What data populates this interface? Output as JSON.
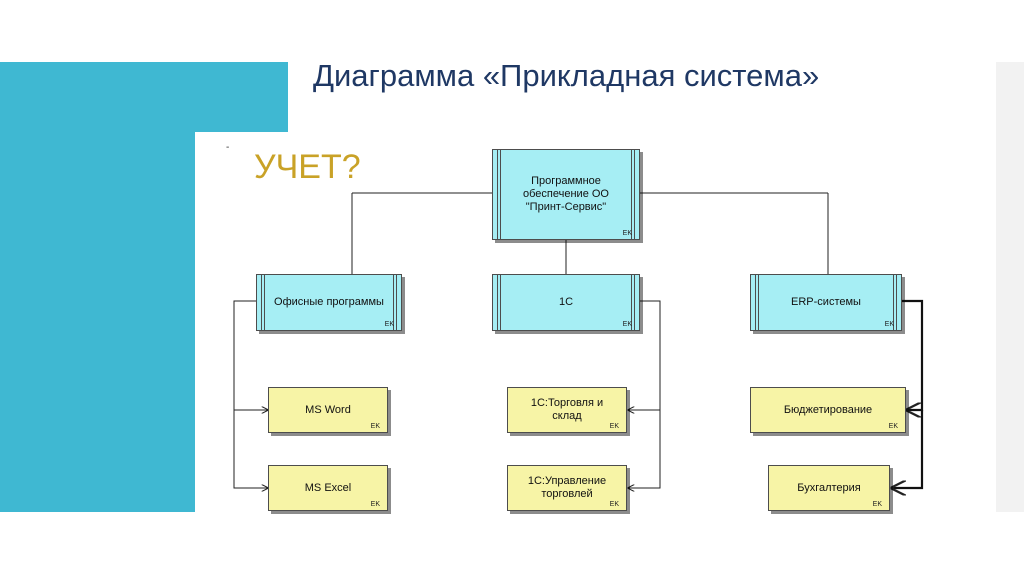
{
  "slide": {
    "title": "Диаграмма «Прикладная система»",
    "subtitle": "УЧЕТ?"
  },
  "colors": {
    "accent": "#3fb8d2",
    "title": "#1f3864",
    "subtitle": "#c9a227",
    "box_primary": "#a6eef4",
    "box_secondary": "#f7f4a6"
  },
  "diagram": {
    "root": {
      "label": "Программное обеспечение ОО \"Принт-Сервис\"",
      "tag": "EK"
    },
    "groups": [
      {
        "label": "Офисные программы",
        "tag": "EK",
        "children": [
          {
            "label": "MS Word",
            "tag": "EK"
          },
          {
            "label": "MS Excel",
            "tag": "EK"
          }
        ]
      },
      {
        "label": "1С",
        "tag": "EK",
        "children": [
          {
            "label": "1С:Торговля и склад",
            "tag": "EK"
          },
          {
            "label": "1С:Управление торговлей",
            "tag": "EK"
          }
        ]
      },
      {
        "label": "ERP-системы",
        "tag": "EK",
        "children": [
          {
            "label": "Бюджетирование",
            "tag": "EK"
          },
          {
            "label": "Бухгалтерия",
            "tag": "EK"
          }
        ]
      }
    ]
  }
}
